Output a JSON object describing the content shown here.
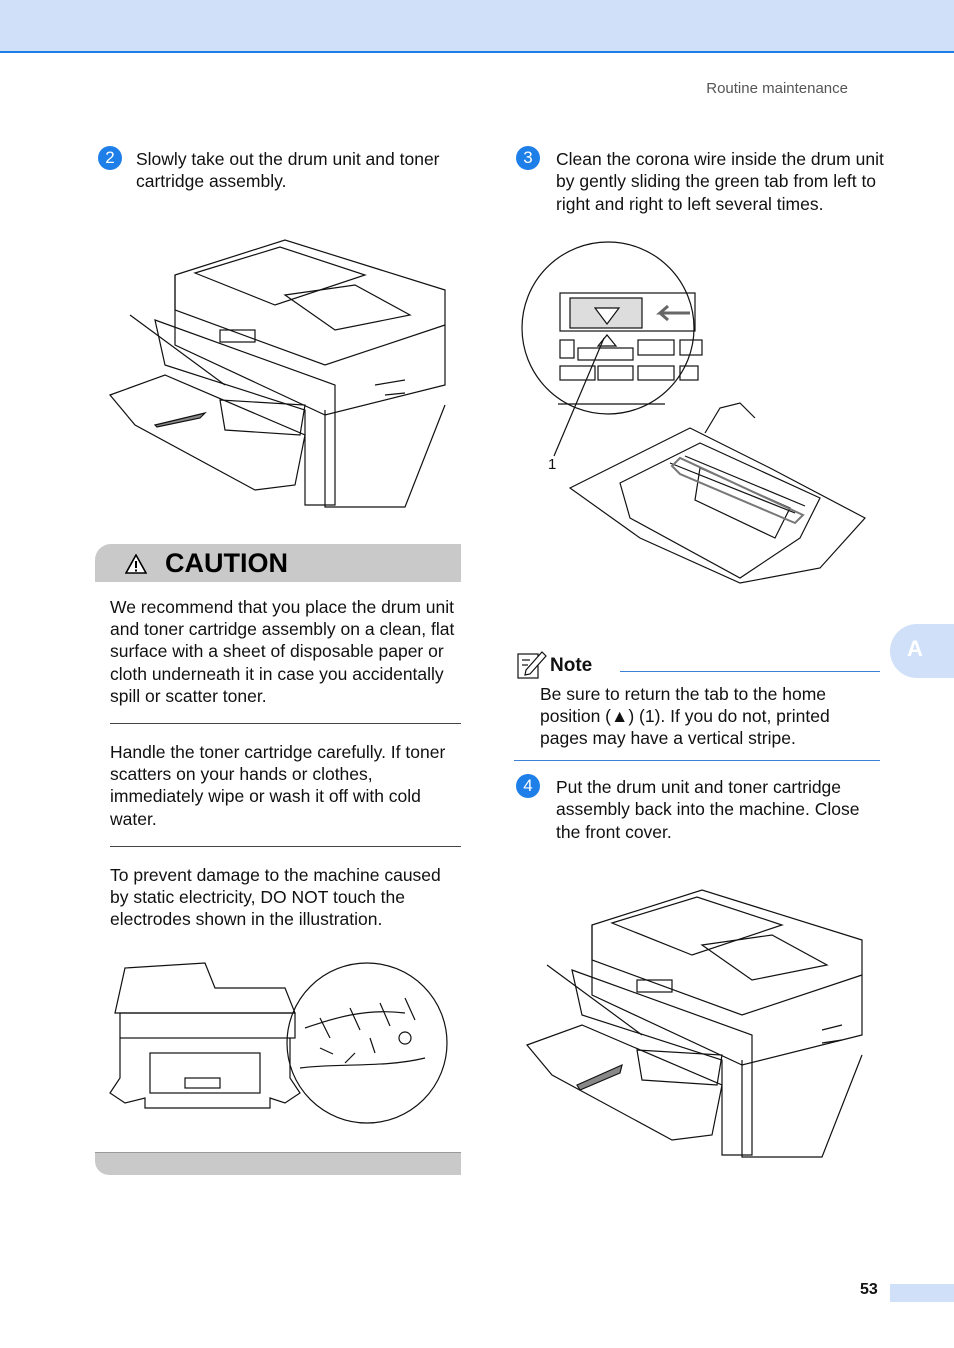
{
  "header": {
    "title": "Routine maintenance"
  },
  "steps": [
    {
      "num": "2",
      "text": "Slowly take out the drum unit and toner cartridge assembly."
    },
    {
      "num": "3",
      "text": "Clean the corona wire inside the drum unit by gently sliding the green tab from left to right and right to left several times."
    },
    {
      "num": "4",
      "text": "Put the drum unit and toner cartridge assembly back into the machine. Close the front cover."
    }
  ],
  "caution": {
    "label": "CAUTION",
    "paragraphs": [
      "We recommend that you place the drum unit and toner cartridge assembly on a clean, flat surface with a sheet of disposable paper or cloth underneath it in case you accidentally spill or scatter toner.",
      "Handle the toner cartridge carefully. If toner scatters on your hands or clothes, immediately wipe or wash it off with cold water.",
      "To prevent damage to the machine caused by static electricity, DO NOT touch the electrodes shown in the illustration."
    ]
  },
  "note": {
    "label": "Note",
    "text": "Be sure to return the tab to the home position (▲) (1). If you do not, printed pages may have a vertical stripe."
  },
  "figure_callout": "1",
  "side_tab": "A",
  "page_number": "53",
  "colors": {
    "accent": "#1e7fe8",
    "band": "#cfe0f8",
    "caution": "#c9c9c9"
  }
}
